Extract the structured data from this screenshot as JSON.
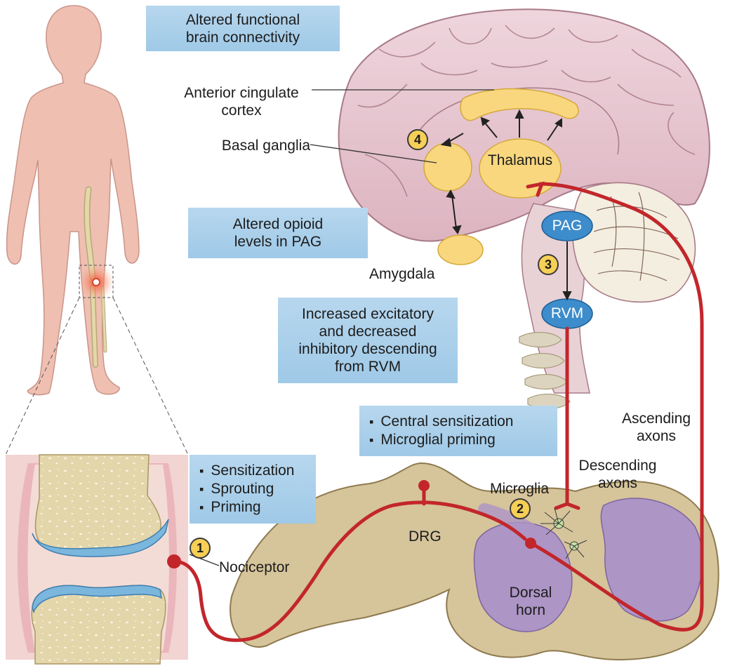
{
  "callouts": {
    "connectivity": [
      "Altered functional",
      "brain connectivity"
    ],
    "opioid": [
      "Altered opioid",
      "levels in PAG"
    ],
    "rvm_descending": [
      "Increased excitatory",
      "and decreased",
      "inhibitory descending",
      "from RVM"
    ],
    "central": [
      "Central sensitization",
      "Microglial priming"
    ],
    "peripheral": [
      "Sensitization",
      "Sprouting",
      "Priming"
    ]
  },
  "labels": {
    "acc": [
      "Anterior cingulate",
      "cortex"
    ],
    "basal_ganglia": "Basal ganglia",
    "thalamus": "Thalamus",
    "amygdala": "Amygdala",
    "pag": "PAG",
    "rvm": "RVM",
    "ascending": [
      "Ascending",
      "axons"
    ],
    "descending": [
      "Descending",
      "axons"
    ],
    "microglia": "Microglia",
    "drg": "DRG",
    "dorsal_horn": [
      "Dorsal",
      "horn"
    ],
    "nociceptor": "Nociceptor"
  },
  "steps": [
    "1",
    "2",
    "3",
    "4"
  ],
  "colors": {
    "callout_fill": "#a9cfea",
    "structure_yellow": "#f9d77e",
    "nerve_red": "#c2262b",
    "brain_pink": "#e9cdd5",
    "skin": "#efbfb2",
    "bone": "#e0d3a6",
    "cartilage": "#7bb6dc",
    "dorsal_horn_purple": "#ad95c5",
    "spinal_tan": "#d6c49b",
    "pag_rvm_blue": "#3d8ccc"
  }
}
